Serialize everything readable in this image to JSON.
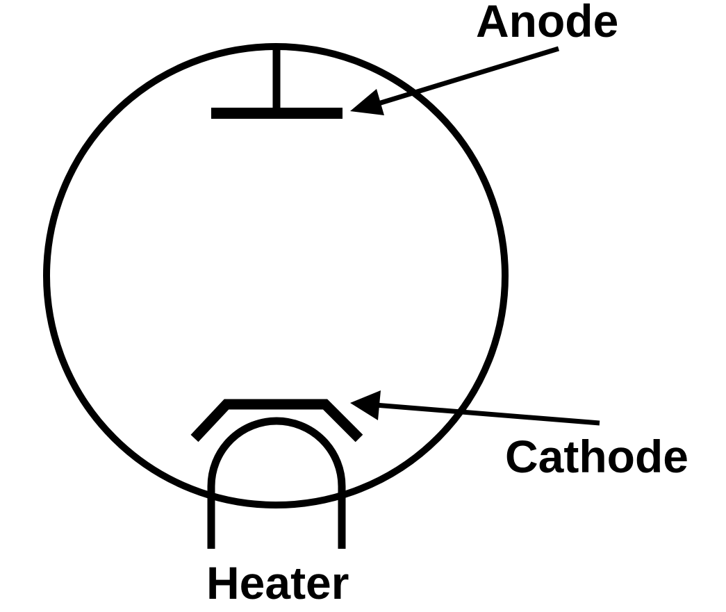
{
  "diagram": {
    "labels": {
      "anode": "Anode",
      "cathode": "Cathode",
      "heater": "Heater"
    },
    "colors": {
      "stroke": "#000000",
      "background": "#ffffff"
    }
  }
}
